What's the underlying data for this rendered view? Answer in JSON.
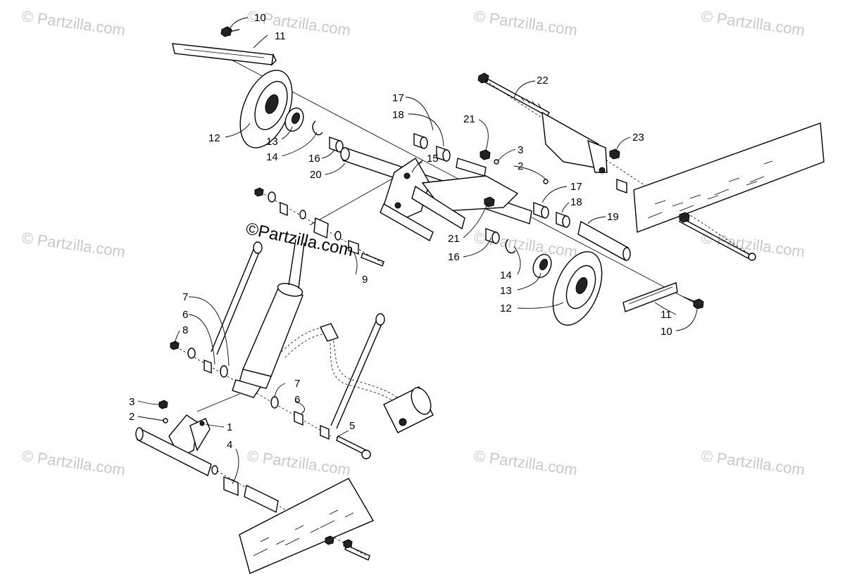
{
  "watermarks": [
    "© Partzilla.com",
    "© Partzilla.com",
    "© Partzilla.com",
    "© Partzilla.com",
    "© Partzilla.com",
    "© Partzilla.com",
    "© Partzilla.com",
    "© Partzilla.com",
    "© Partzilla.com",
    "© Partzilla.com",
    "© Partzilla.com"
  ],
  "center_watermark": "©Partzilla.com",
  "callouts": {
    "c10a": "10",
    "c11a": "11",
    "c12a": "12",
    "c13a": "13",
    "c14a": "14",
    "c16a": "16",
    "c20": "20",
    "c15": "15",
    "c17a": "17",
    "c18a": "18",
    "c21a": "21",
    "c3a": "3",
    "c2a": "2",
    "c22": "22",
    "c23": "23",
    "c17b": "17",
    "c18b": "18",
    "c19": "19",
    "c21b": "21",
    "c16b": "16",
    "c14b": "14",
    "c13b": "13",
    "c12b": "12",
    "c11b": "11",
    "c10b": "10",
    "c9": "9",
    "c7a": "7",
    "c6a": "6",
    "c8": "8",
    "c7b": "7",
    "c6b": "6",
    "c5": "5",
    "c3b": "3",
    "c2b": "2",
    "c1": "1",
    "c4": "4"
  }
}
